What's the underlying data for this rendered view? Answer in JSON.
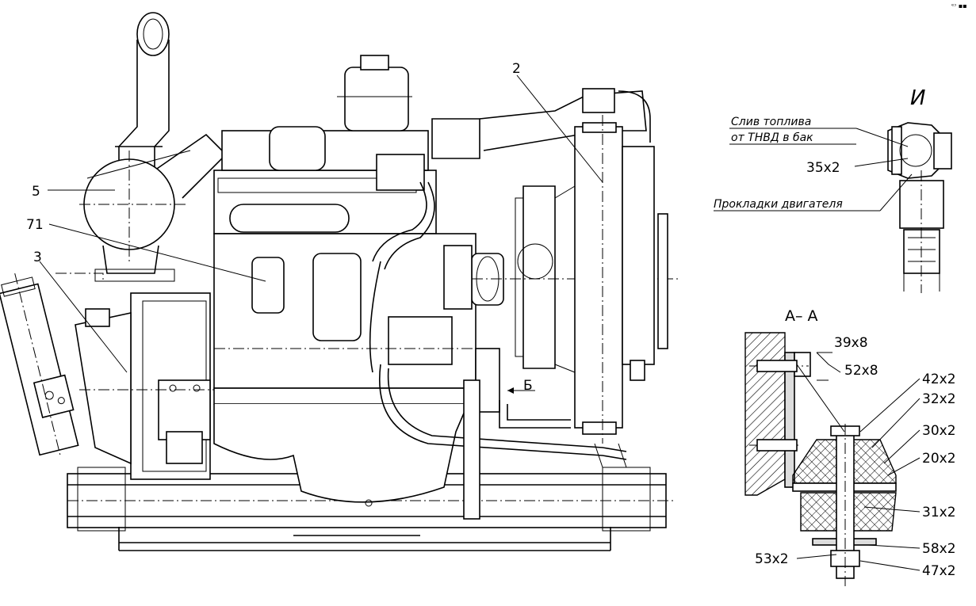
{
  "callouts": {
    "c2": "2",
    "c5": "5",
    "c71": "71",
    "c3": "3",
    "view_b": "Б",
    "corner_mark": "ᵉᵓ ▪▪"
  },
  "detail_i": {
    "title": "И",
    "drain_line1": "Слив топлива",
    "drain_line2": "от ТНВД в бак",
    "qty_35": "35х2",
    "gaskets": "Прокладки двигателя"
  },
  "section_aa": {
    "title": "А– А",
    "p39": "39х8",
    "p52": "52х8",
    "p42": "42х2",
    "p32": "32х2",
    "p30": "30х2",
    "p20": "20х2",
    "p31": "31х2",
    "p58": "58х2",
    "p53": "53х2",
    "p47": "47х2"
  }
}
